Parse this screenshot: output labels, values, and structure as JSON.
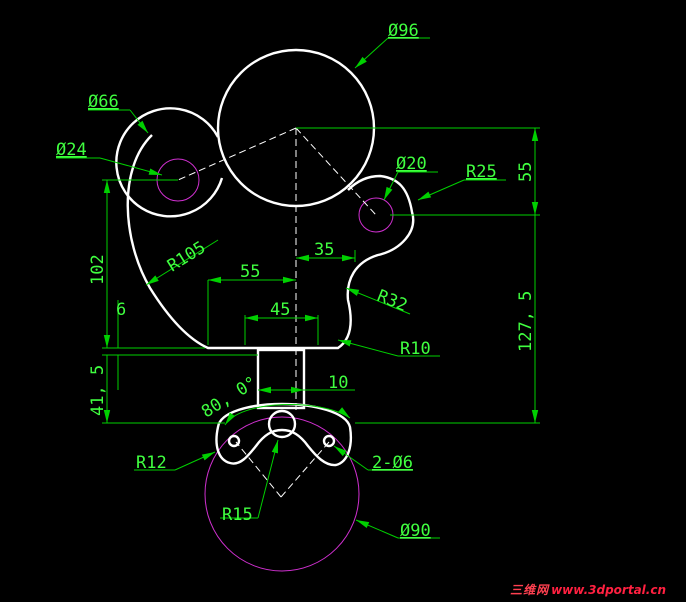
{
  "drawing": {
    "labels": {
      "d96": "Ø96",
      "d66": "Ø66",
      "d24": "Ø24",
      "d20": "Ø20",
      "r25": "R25",
      "dim55v": "55",
      "r105": "R105",
      "dim35": "35",
      "dim55": "55",
      "dim45": "45",
      "r32": "R32",
      "dim102": "102",
      "dim6": "6",
      "r10": "R10",
      "dim127": "127, 5",
      "dim41": "41, 5",
      "angle80": "80, 0°",
      "dim10": "10",
      "r12": "R12",
      "d6x2": "2-Ø6",
      "r15": "R15",
      "d90": "Ø90"
    },
    "colors": {
      "background": "#000000",
      "outline": "#ffffff",
      "dimension": "#00d000",
      "hidden_circle": "#d030d0",
      "watermark": "#ff2040"
    }
  },
  "watermark": {
    "chinese": "三维网",
    "url": "www.3dportal.cn"
  }
}
